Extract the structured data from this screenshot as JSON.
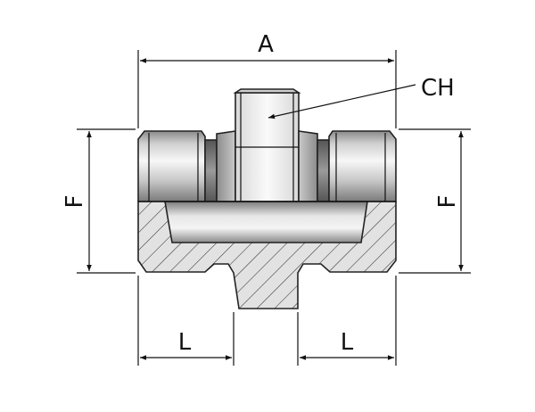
{
  "labels": {
    "a": "A",
    "ch": "CH",
    "f_left": "F",
    "f_right": "F",
    "l_left": "L",
    "l_right": "L"
  },
  "colors": {
    "line": "#111111",
    "metal_light": "#f2f2f2",
    "metal_mid": "#c4c4c4",
    "metal_dark": "#6a6a6a",
    "section_fill": "#dedede",
    "hatch": "#333333"
  }
}
